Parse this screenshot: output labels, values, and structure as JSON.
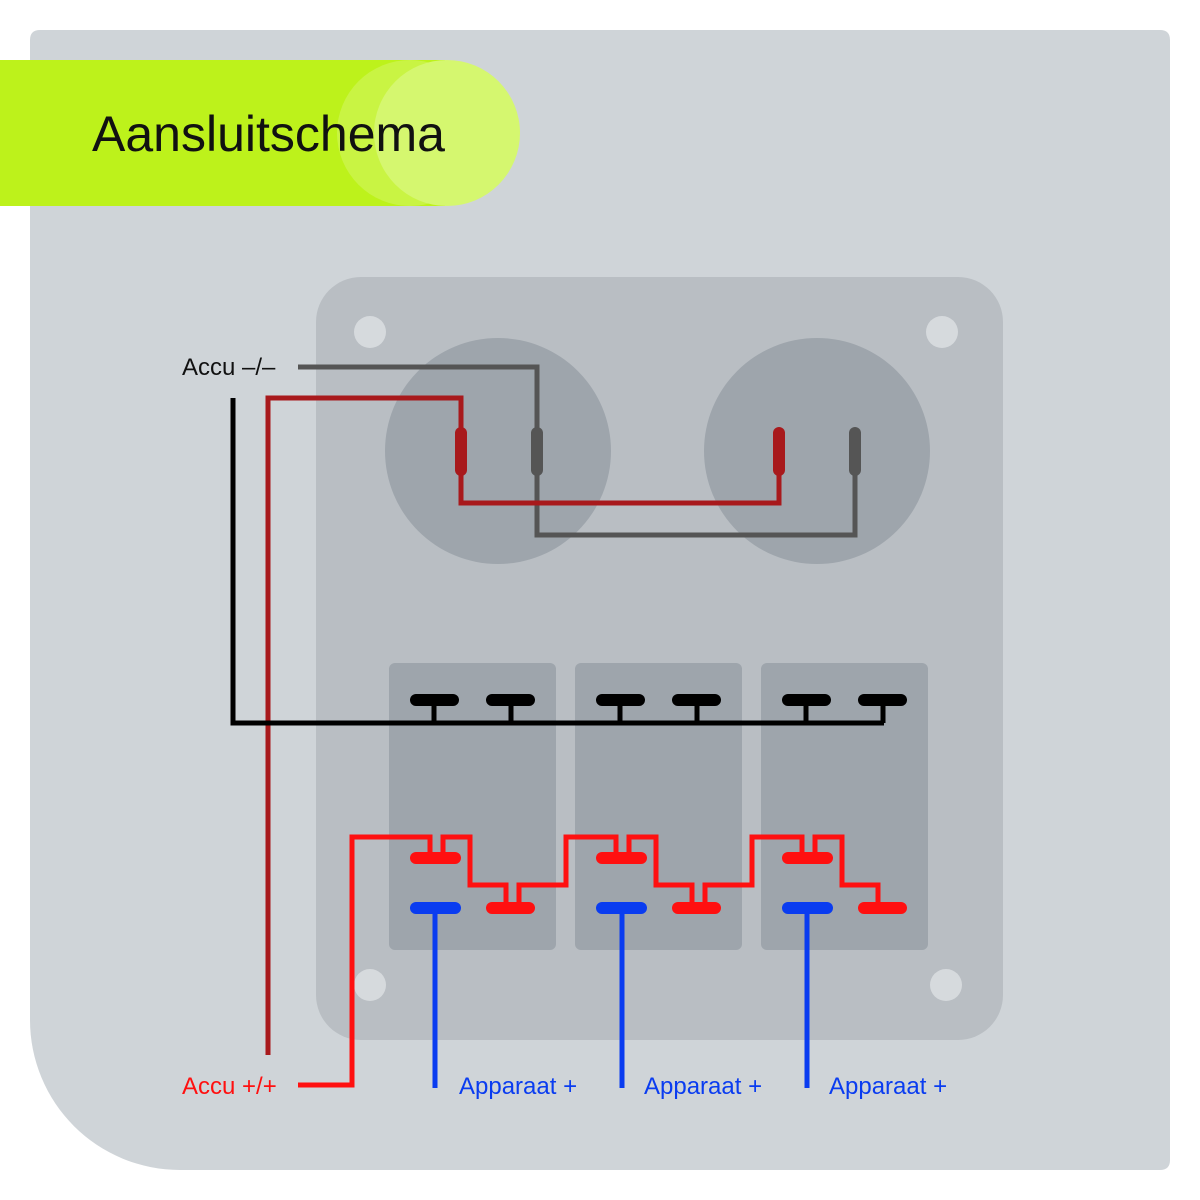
{
  "title": "Aansluitschema",
  "labels": {
    "battery_negative": "Accu –/–",
    "battery_positive": "Accu +/+",
    "devices": [
      "Apparaat +",
      "Apparaat +",
      "Apparaat +"
    ]
  },
  "colors": {
    "page": "#ffffff",
    "background": "#cfd4d8",
    "header": "#bdf21b",
    "header_mid": "#c9f443",
    "header_light": "#d5f76f",
    "mounting_plate": "#b9bec3",
    "screw_hole": "#d6dadd",
    "component": "#9ea5ac",
    "negative_wire": "#000000",
    "socket_negative_wire": "#555555",
    "socket_positive_wire": "#a8191c",
    "switch_positive_wire": "#ff1010",
    "device_wire": "#0a3cf0",
    "text": "#111111"
  }
}
